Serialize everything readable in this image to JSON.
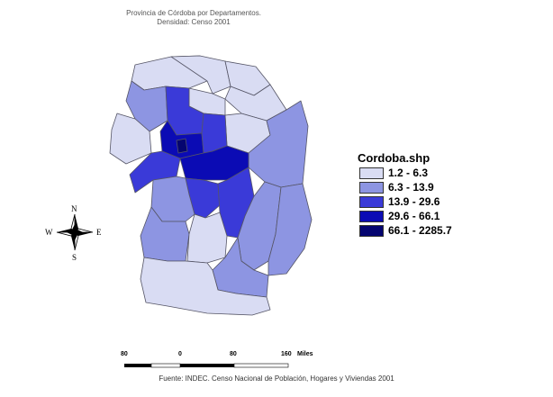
{
  "title": {
    "line1": "Provincia de Córdoba por Departamentos.",
    "line2": "Densidad: Censo 2001"
  },
  "legend": {
    "title": "Cordoba.shp",
    "classes": [
      {
        "label": "1.2 - 6.3",
        "color": "#d9dcf3"
      },
      {
        "label": "6.3 - 13.9",
        "color": "#8d95e2"
      },
      {
        "label": "13.9 - 29.6",
        "color": "#3a3ad8"
      },
      {
        "label": "29.6 - 66.1",
        "color": "#0b0bb4"
      },
      {
        "label": "66.1 - 2285.7",
        "color": "#050570"
      }
    ]
  },
  "compass": {
    "n": "N",
    "s": "S",
    "e": "E",
    "w": "W"
  },
  "scale_bar": {
    "labels": [
      "80",
      "0",
      "80",
      "160"
    ],
    "unit": "Miles"
  },
  "source": "Fuente: INDEC. Censo Nacional de Población, Hogares y Viviendas 2001",
  "colors": {
    "outline": "#555566",
    "ink": "#000000"
  }
}
